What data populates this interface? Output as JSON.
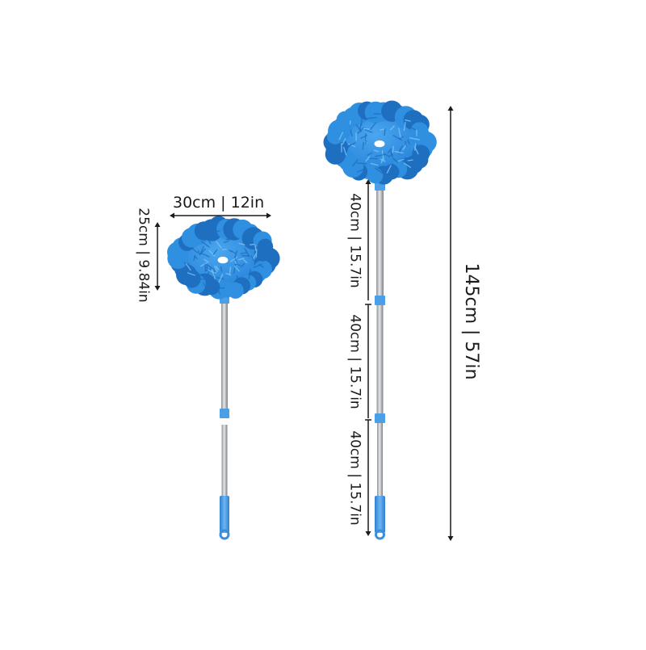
{
  "colors": {
    "fiber": "#2f8fe0",
    "fiber_dark": "#1f6fc0",
    "fiber_light": "#7cc4f7",
    "pole_metal": "#b9bcc0",
    "grip_blue": "#4a9fe6",
    "line": "#1a1a1a"
  },
  "icons": {
    "duster_head": "microfiber-duster-head-icon",
    "extension_pole": "telescopic-pole-icon"
  },
  "short_duster": {
    "width_label": "30cm | 12in",
    "height_label": "25cm | 9.84in"
  },
  "long_duster": {
    "segment_labels": [
      "40cm | 15.7in",
      "40cm | 15.7in",
      "40cm | 15.7in"
    ],
    "total_label": "145cm | 57in"
  }
}
